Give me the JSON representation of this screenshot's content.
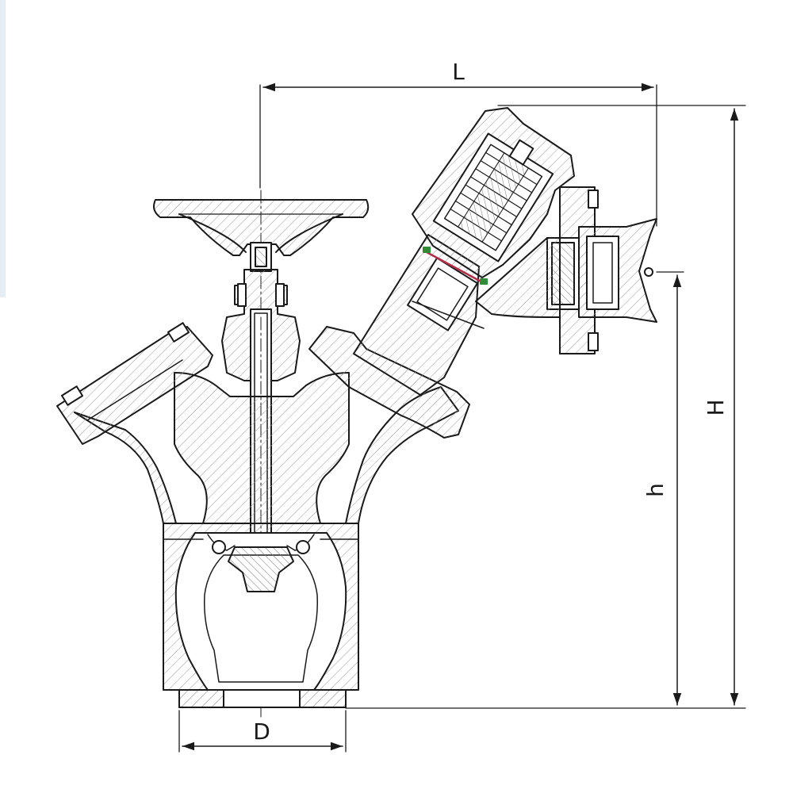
{
  "diagram": {
    "dimensions": {
      "length_label": "L",
      "height_label": "H",
      "height_small_label": "h",
      "diameter_label": "D"
    },
    "colors": {
      "line": "#1a1a1a",
      "hatch": "#9a9a9a",
      "seal_red": "#b0304a",
      "seal_green": "#2e8b3a",
      "strip": "#e6eef5"
    }
  }
}
